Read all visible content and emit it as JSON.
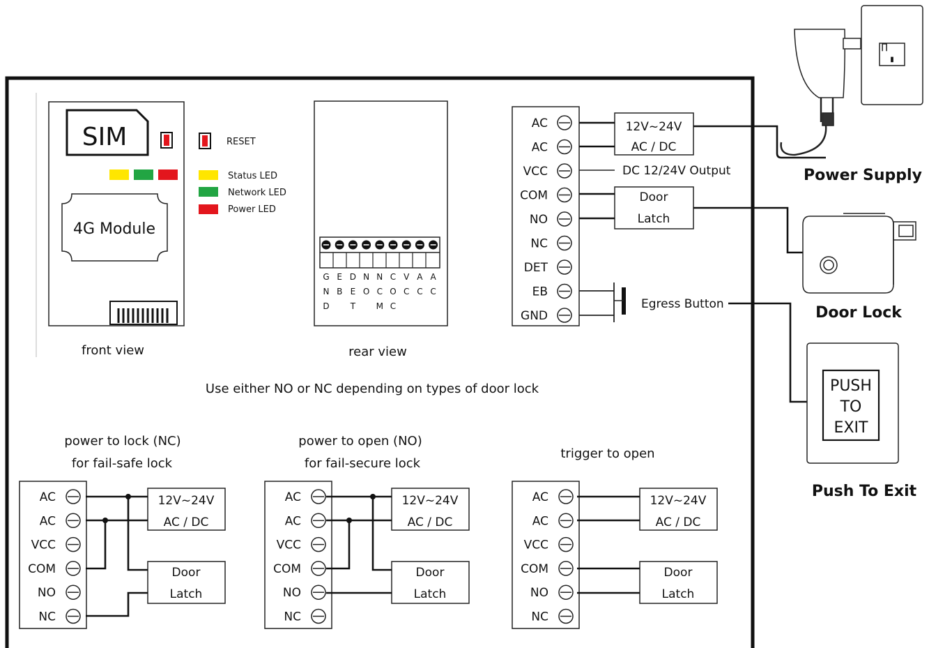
{
  "front_view": {
    "sim": "SIM",
    "reset": "RESET",
    "module": "4G Module",
    "leds": [
      {
        "label": "Status LED",
        "color": "#ffe600"
      },
      {
        "label": "Network LED",
        "color": "#22a543"
      },
      {
        "label": "Power LED",
        "color": "#e3161d"
      }
    ],
    "caption": "front view"
  },
  "rear_view": {
    "caption": "rear view",
    "pin_labels": [
      [
        "G",
        "N",
        "D"
      ],
      [
        "E",
        "B",
        ""
      ],
      [
        "D",
        "E",
        "T"
      ],
      [
        "N",
        "O",
        ""
      ],
      [
        "N",
        "C",
        "M"
      ],
      [
        "C",
        "O",
        "C"
      ],
      [
        "V",
        "C",
        ""
      ],
      [
        "A",
        "C",
        ""
      ],
      [
        "A",
        "C",
        ""
      ]
    ]
  },
  "main_terminal": {
    "pins": [
      "AC",
      "AC",
      "VCC",
      "COM",
      "NO",
      "NC",
      "DET",
      "EB",
      "GND"
    ],
    "supply": [
      "12V~24V",
      "AC / DC"
    ],
    "output": "DC 12/24V Output",
    "latch": [
      "Door",
      "Latch"
    ],
    "egress": "Egress Button"
  },
  "devices": {
    "power_supply": "Power Supply",
    "door_lock": "Door Lock",
    "push_to_exit": "Push To Exit",
    "push_button": [
      "PUSH",
      "TO",
      "EXIT"
    ]
  },
  "note": "Use either NO or NC depending on types of door lock",
  "variants": [
    {
      "title1": "power to lock (NC)",
      "title2": "for fail-safe lock"
    },
    {
      "title1": "power to open (NO)",
      "title2": "for fail-secure lock"
    },
    {
      "title1": "trigger to open",
      "title2": ""
    }
  ],
  "variant_pins": [
    "AC",
    "AC",
    "VCC",
    "COM",
    "NO",
    "NC"
  ],
  "variant_supply": [
    "12V~24V",
    "AC / DC"
  ],
  "variant_latch": [
    "Door",
    "Latch"
  ]
}
